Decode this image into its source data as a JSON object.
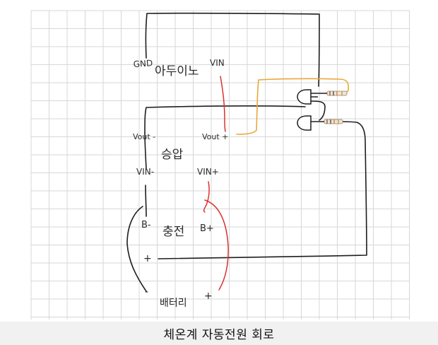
{
  "labels": {
    "arduino_gnd": "GND",
    "arduino_name": "아두이노",
    "arduino_vin": "VIN",
    "vout_minus": "Vout -",
    "vout_plus": "Vout +",
    "booster_name": "승압",
    "vin_minus": "VIN-",
    "vin_plus": "VIN+",
    "b_minus": "B-",
    "charger_name": "충전",
    "b_plus": "B+",
    "plus_sign": "+",
    "minus_sign": "-",
    "battery_name": "배터리",
    "battery_plus": "+"
  },
  "caption": "체온계 자동전원 회로",
  "colors": {
    "grid": "#d7d7d7",
    "wire_black": "#1e1e1e",
    "wire_red": "#d9322f",
    "wire_orange": "#e8a93a",
    "caption_bg": "#f1f1f1"
  }
}
